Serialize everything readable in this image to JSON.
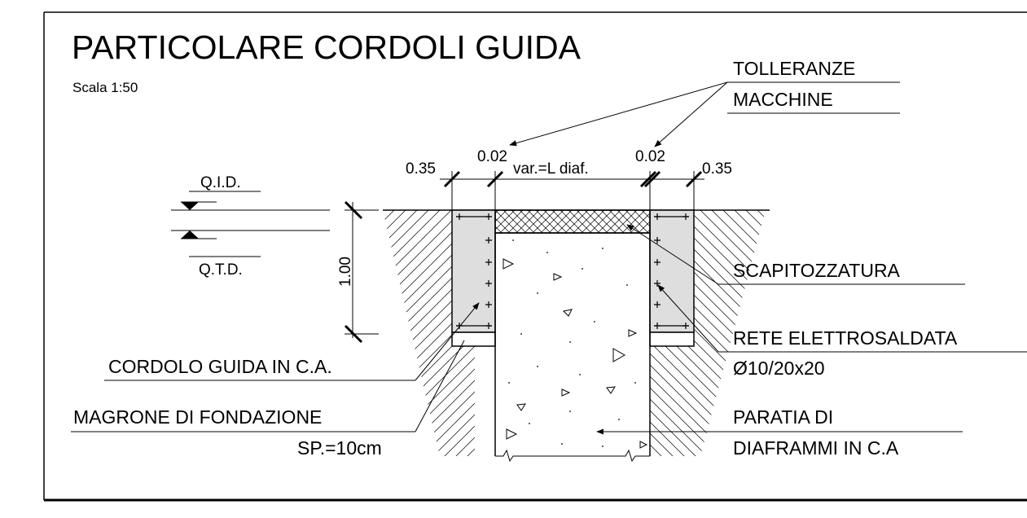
{
  "title": "PARTICOLARE CORDOLI GUIDA",
  "scale": "Scala 1:50",
  "levels": {
    "top": "Q.I.D.",
    "bottom": "Q.T.D.",
    "height": "1.00"
  },
  "dimensions": {
    "left_width": "0.35",
    "left_tolerance": "0.02",
    "center_width": "var.=L diaf.",
    "right_tolerance": "0.02",
    "right_width": "0.35"
  },
  "labels": {
    "tolleranze_line1": "TOLLERANZE",
    "tolleranze_line2": "MACCHINE",
    "scapitozzatura": "SCAPITOZZATURA",
    "rete_line1": "RETE ELETTROSALDATA",
    "rete_line2": "Ø10/20x20",
    "cordolo": "CORDOLO GUIDA IN C.A.",
    "magrone_line1": "MAGRONE DI FONDAZIONE",
    "magrone_line2": "SP.=10cm",
    "paratia_line1": "PARATIA DI",
    "paratia_line2": "DIAFRAMMI IN C.A"
  },
  "colors": {
    "line": "#000000",
    "cordolo_fill": "#dedede",
    "background": "#ffffff"
  }
}
